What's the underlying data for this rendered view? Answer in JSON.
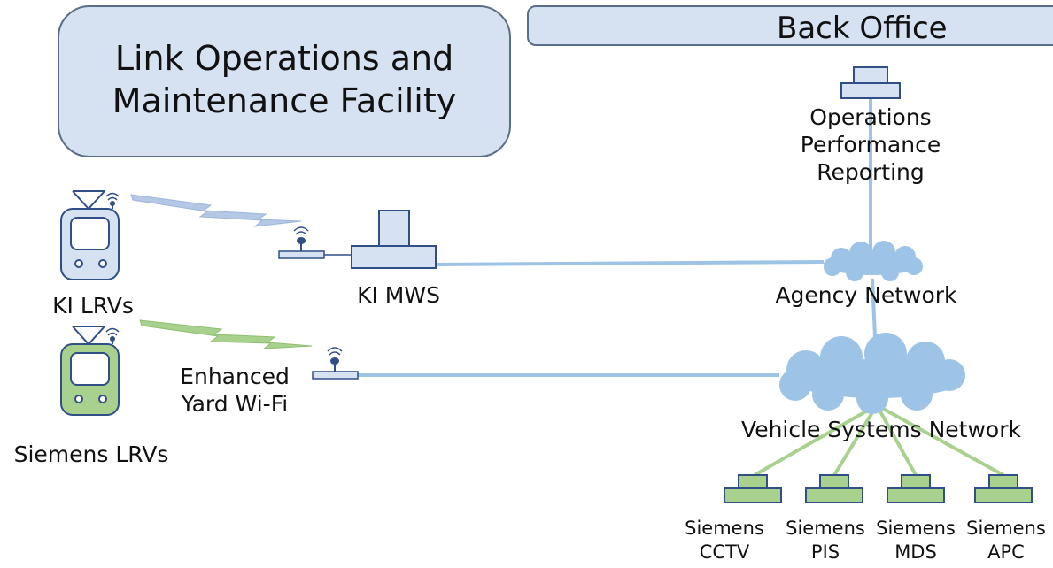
{
  "facility": {
    "title_line1": "Link Operations and",
    "title_line2": "Maintenance Facility"
  },
  "back_office": {
    "title": "Back Office"
  },
  "vehicles": {
    "ki": {
      "label": "KI LRVs"
    },
    "siemens": {
      "label": "Siemens LRVs"
    }
  },
  "ki_mws": {
    "label": "KI MWS"
  },
  "wifi": {
    "label_line1": "Enhanced",
    "label_line2": "Yard Wi-Fi"
  },
  "ops_reporting": {
    "line1": "Operations",
    "line2": "Performance",
    "line3": "Reporting"
  },
  "agency_network": {
    "label": "Agency Network"
  },
  "vehicle_systems_network": {
    "label": "Vehicle Systems Network"
  },
  "devices": [
    {
      "line1": "Siemens",
      "line2": "CCTV"
    },
    {
      "line1": "Siemens",
      "line2": "PIS"
    },
    {
      "line1": "Siemens",
      "line2": "MDS"
    },
    {
      "line1": "Siemens",
      "line2": "APC"
    }
  ],
  "colors": {
    "blue_fill": "#d6e1f1",
    "blue_stroke": "#2f4f86",
    "link_blue": "#9dc3e6",
    "green_fill": "#a9d18e",
    "green_stroke": "#3a6b2a",
    "link_green": "#a9d18e",
    "cloud_blue": "#9dc3e6"
  }
}
